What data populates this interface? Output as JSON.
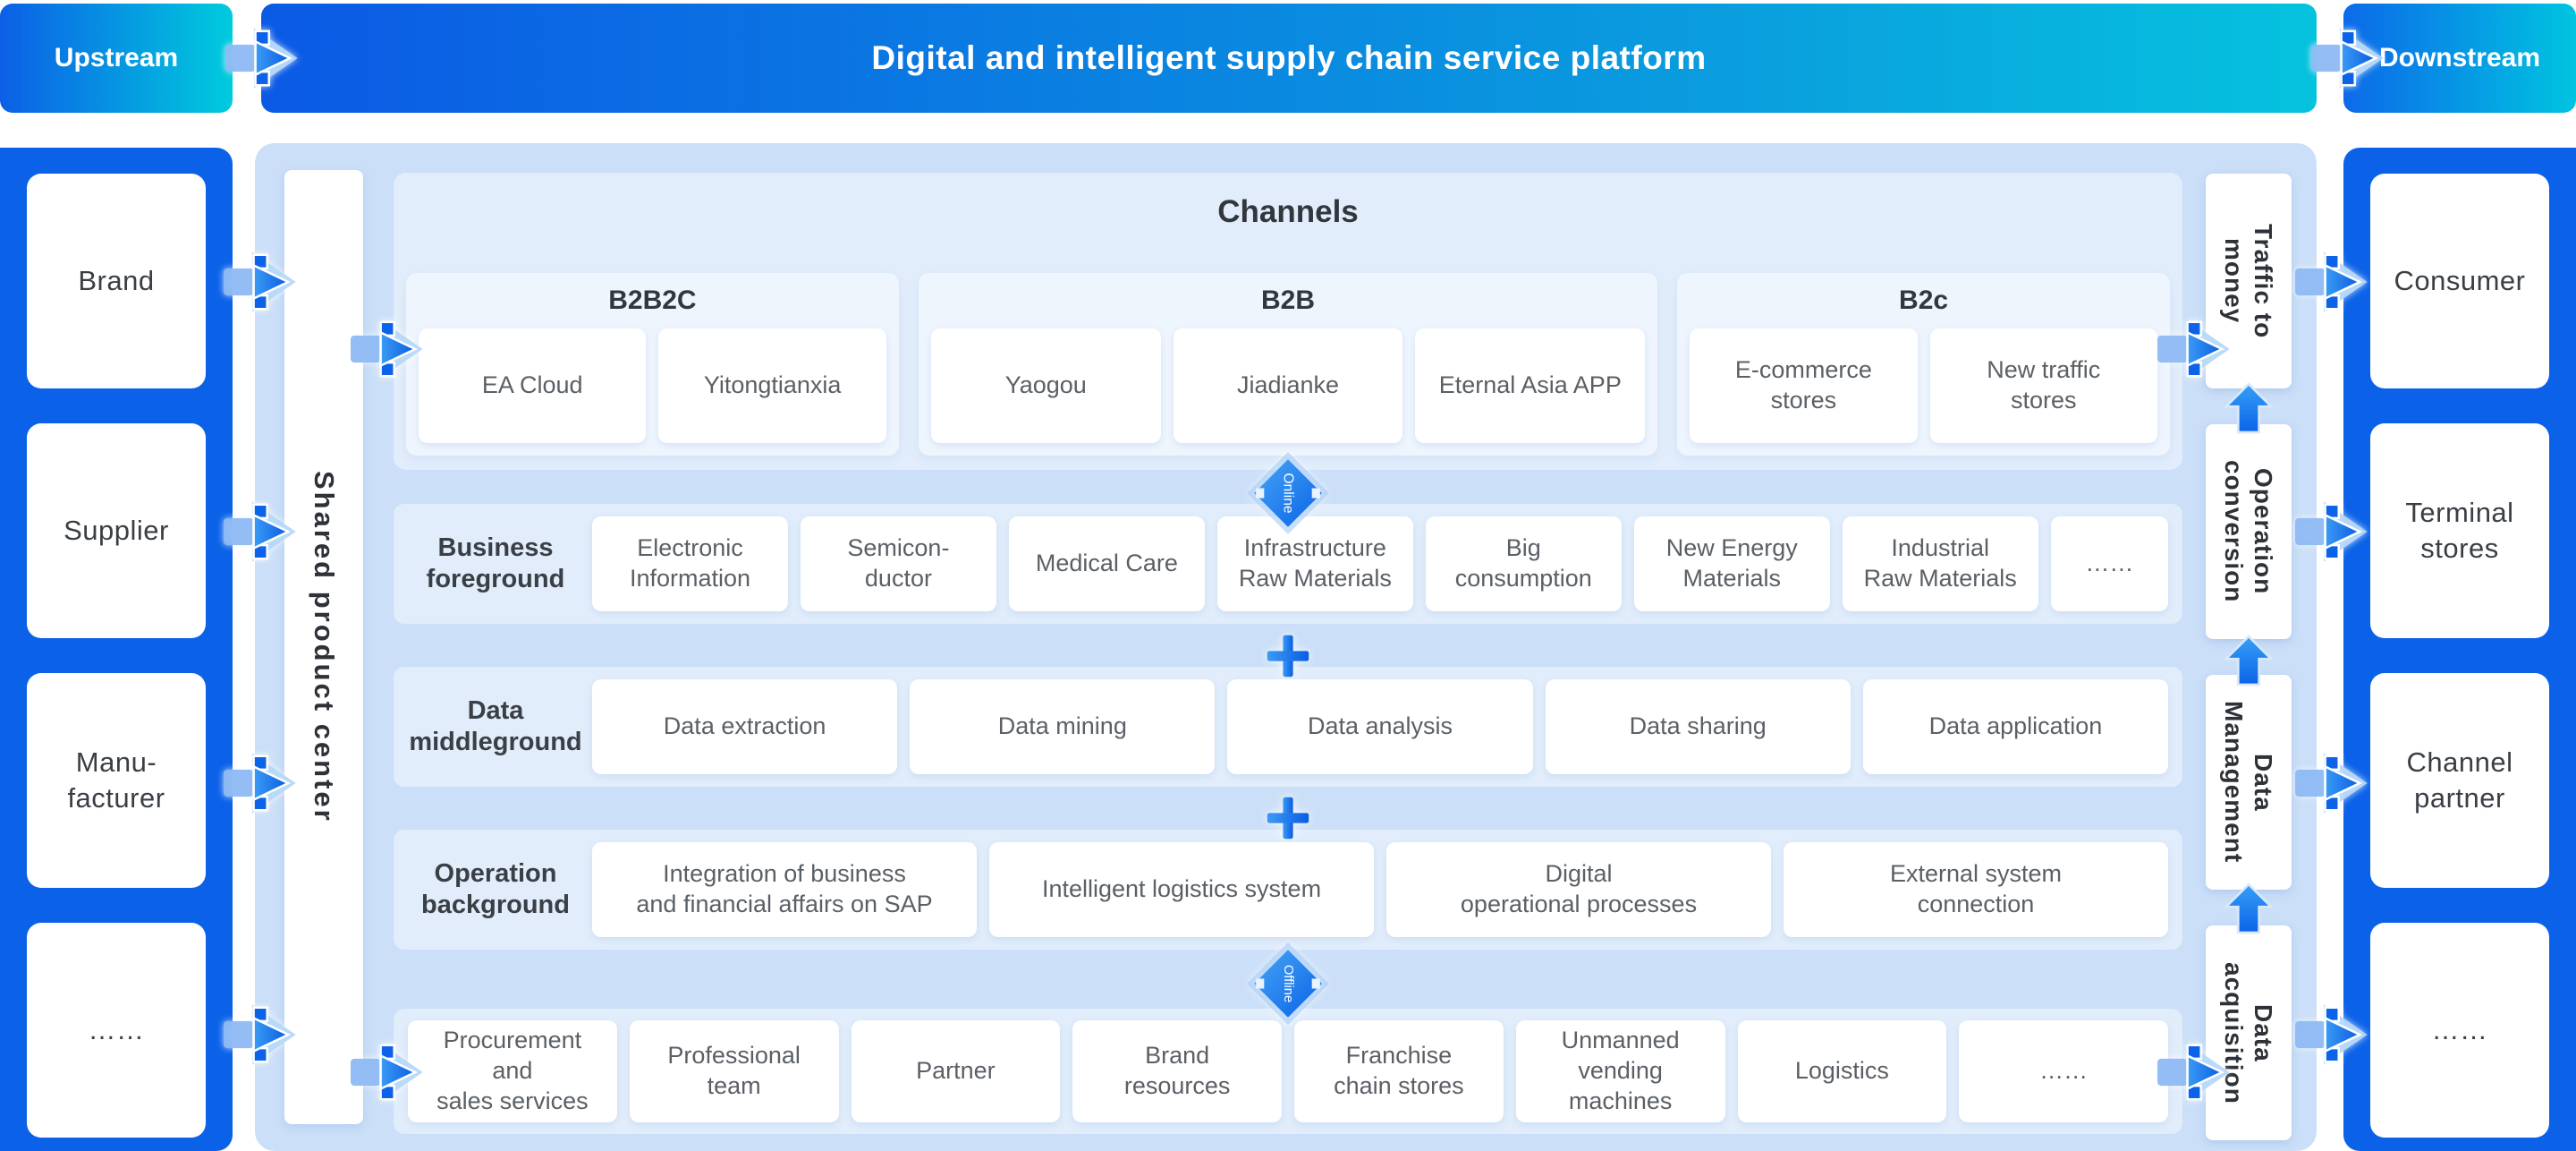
{
  "header": {
    "upstream": "Upstream",
    "title": "Digital and intelligent supply chain service platform",
    "downstream": "Downstream"
  },
  "left_column": {
    "items": [
      "Brand",
      "Supplier",
      "Manu-\nfacturer",
      "……"
    ]
  },
  "right_column": {
    "items": [
      "Consumer",
      "Terminal\nstores",
      "Channel\npartner",
      "……"
    ]
  },
  "shared_center": {
    "label": "Shared product center"
  },
  "channels": {
    "title": "Channels",
    "groups": [
      {
        "label": "B2B2C",
        "items": [
          "EA Cloud",
          "Yitongtianxia"
        ]
      },
      {
        "label": "B2B",
        "items": [
          "Yaogou",
          "Jiadianke",
          "Eternal Asia APP"
        ]
      },
      {
        "label": "B2c",
        "items": [
          "E-commerce\nstores",
          "New traffic\nstores"
        ]
      }
    ]
  },
  "rows": [
    {
      "label": "Business\nforeground",
      "items": [
        "Electronic\nInformation",
        "Semicon-\nductor",
        "Medical Care",
        "Infrastructure\nRaw Materials",
        "Big\nconsumption",
        "New Energy\nMaterials",
        "Industrial\nRaw Materials",
        "……"
      ]
    },
    {
      "label": "Data\nmiddleground",
      "items": [
        "Data extraction",
        "Data mining",
        "Data analysis",
        "Data sharing",
        "Data application"
      ]
    },
    {
      "label": "Operation\nbackground",
      "items": [
        "Integration of business\nand financial affairs on SAP",
        "Intelligent logistics system",
        "Digital\noperational processes",
        "External system\nconnection"
      ]
    },
    {
      "label": "",
      "items": [
        "Procurement\nand\nsales services",
        "Professional\nteam",
        "Partner",
        "Brand\nresources",
        "Franchise\nchain stores",
        "Unmanned\nvending\nmachines",
        "Logistics",
        "……"
      ]
    }
  ],
  "connectors": {
    "top_label": "Online",
    "bottom_label": "Offline"
  },
  "right_strip": {
    "items": [
      "Traffic to\nmoney",
      "Operation\nconversion",
      "Data\nManagement",
      "Data\nacquisition"
    ]
  },
  "colors": {
    "column_blue": "#0b62e8",
    "gradient_cyan": "#00c8dd",
    "panel_light_blue": "#cbdff8",
    "band_light_blue": "#e1edfb",
    "group_light_blue": "#eef5fd"
  }
}
